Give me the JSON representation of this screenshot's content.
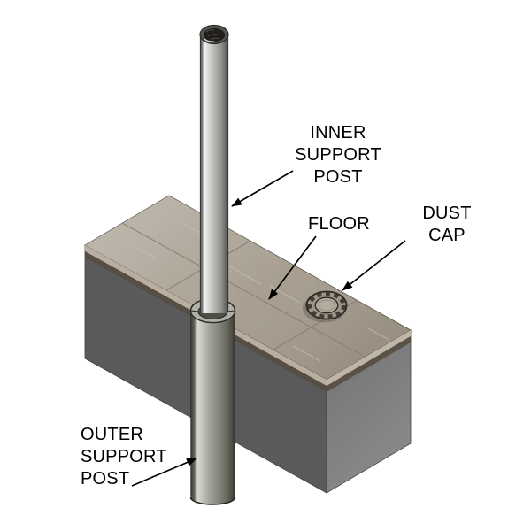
{
  "labels": {
    "inner_support_post": [
      "INNER",
      "SUPPORT",
      "POST"
    ],
    "floor": [
      "FLOOR"
    ],
    "dust_cap": [
      "DUST",
      "CAP"
    ],
    "outer_support_post": [
      "OUTER",
      "SUPPORT",
      "POST"
    ]
  },
  "colors": {
    "background": "#ffffff",
    "text": "#000000",
    "arrow": "#000000",
    "tile_top": "#a49b8c",
    "tile_grout": "#8a8173",
    "tile_vein": "#cac2b2",
    "tile_edge_light": "#b8afa1",
    "tile_edge_dark": "#564e43",
    "block_left_face": "#5a5a5c",
    "block_right_face": "#7e7e80",
    "collar_ring": "#b2b2ab",
    "cap_body": "#9d9588",
    "cap_inner": "#b3ab9e",
    "metal_highlight": "#f3f3f1",
    "metal_dark": "#45453f",
    "outline": "#2d2c27"
  }
}
